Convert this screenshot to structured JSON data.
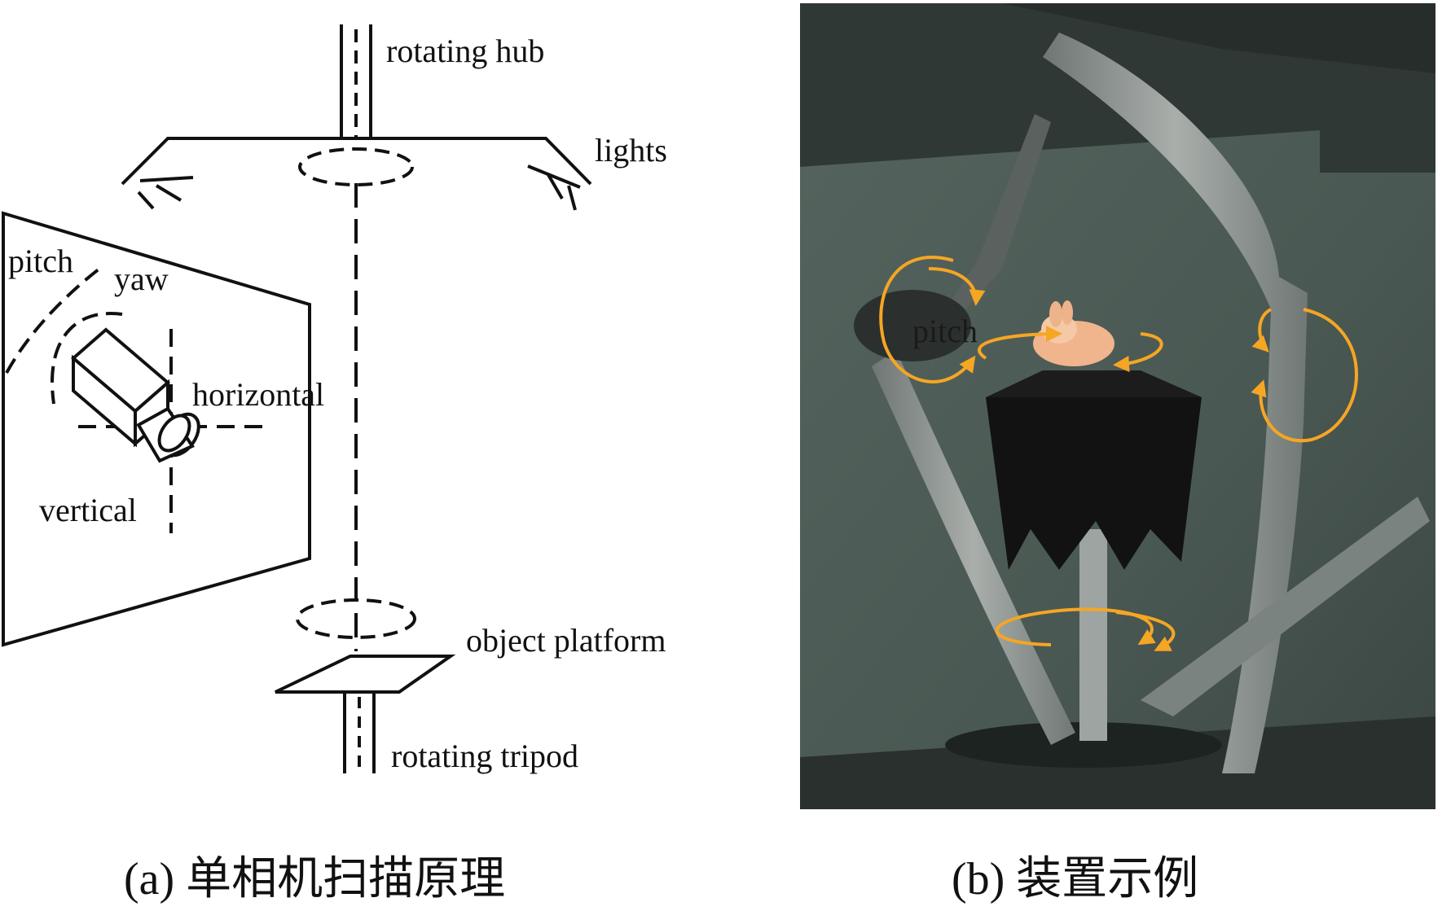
{
  "diagram": {
    "labels": {
      "rotating_hub": "rotating hub",
      "lights": "lights",
      "pitch": "pitch",
      "yaw": "yaw",
      "horizontal": "horizontal",
      "vertical": "vertical",
      "object_platform": "object platform",
      "rotating_tripod": "rotating tripod"
    },
    "caption": "(a)  单相机扫描原理"
  },
  "photo": {
    "labels": {
      "pitch": "pitch"
    },
    "caption": "(b)  装置示例",
    "colors": {
      "background": "#4f5d58",
      "arrow": "#f5a623",
      "arm": "#8d9390",
      "umbrella": "#121212",
      "bunny": "#f0b58c"
    }
  }
}
